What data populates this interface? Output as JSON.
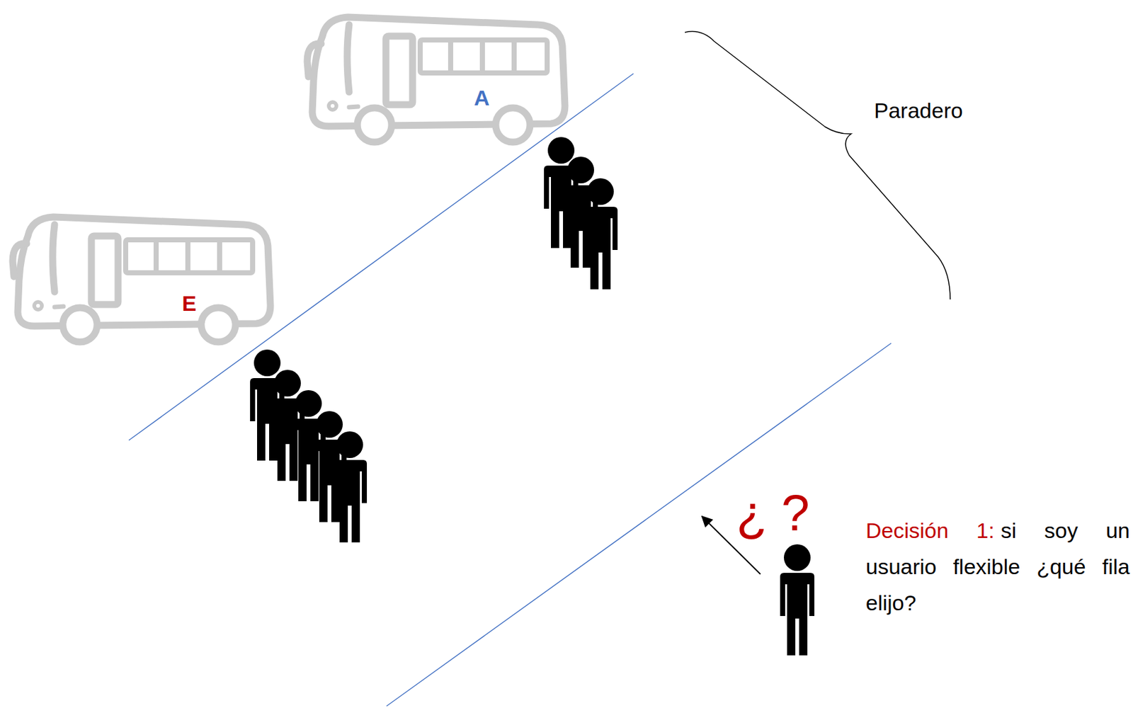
{
  "diagram": {
    "nodes": [
      {
        "text": [
          "A"
        ]
      },
      {
        "text": [
          "E"
        ]
      }
    ],
    "labels": [
      "Paradero",
      "¿ ?",
      "Decisión 1:",
      "si soy un usuario flexible ¿qué fila elijo?"
    ]
  }
}
